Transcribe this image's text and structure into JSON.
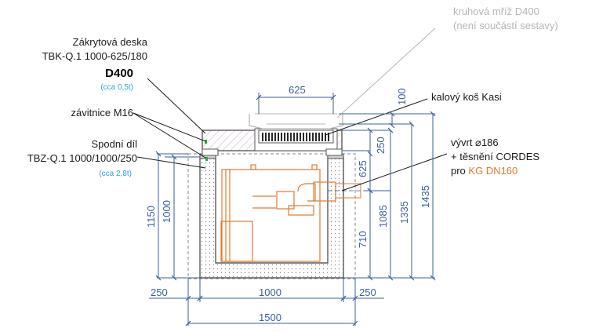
{
  "colors": {
    "dimension": "#3a5f9e",
    "concrete": "#7d7d7d",
    "hatch": "#9a9a9a",
    "accent_orange": "#e07a2e",
    "weight_blue": "#2ea3d6",
    "grate_gray": "#b5b5b5",
    "text": "#1a1a1a"
  },
  "labels": {
    "grate_line1": "kruhová mříž D400",
    "grate_line2": "(není součástí sestavy)",
    "cover_line1": "Zákrytová deska",
    "cover_line2": "TBK-Q.1 1000-625/180",
    "cover_class": "D400",
    "cover_weight": "(cca 0,5t)",
    "thread": "závitnice M16",
    "bottom_line1": "Spodní díl",
    "bottom_line2": "TBZ-Q.1 1000/1000/250",
    "bottom_weight": "(cca 2,8t)",
    "basket": "kalový koš Kasi",
    "bore_line1": "vývrt ⌀186",
    "bore_line2": "+ těsnění CORDES",
    "bore_line3_prefix": "pro ",
    "bore_line3_accent": "KG DN160"
  },
  "dimensions": {
    "top_opening": "625",
    "grate_height": "100",
    "cover_height": "250",
    "upper_625": "625",
    "pipe_710": "710",
    "d1085": "1085",
    "d1335": "1335",
    "d1435": "1435",
    "inner_1000": "1000",
    "outer_1150": "1150",
    "wall_left": "250",
    "inner_width": "1000",
    "wall_right": "250",
    "total_width": "1500"
  }
}
